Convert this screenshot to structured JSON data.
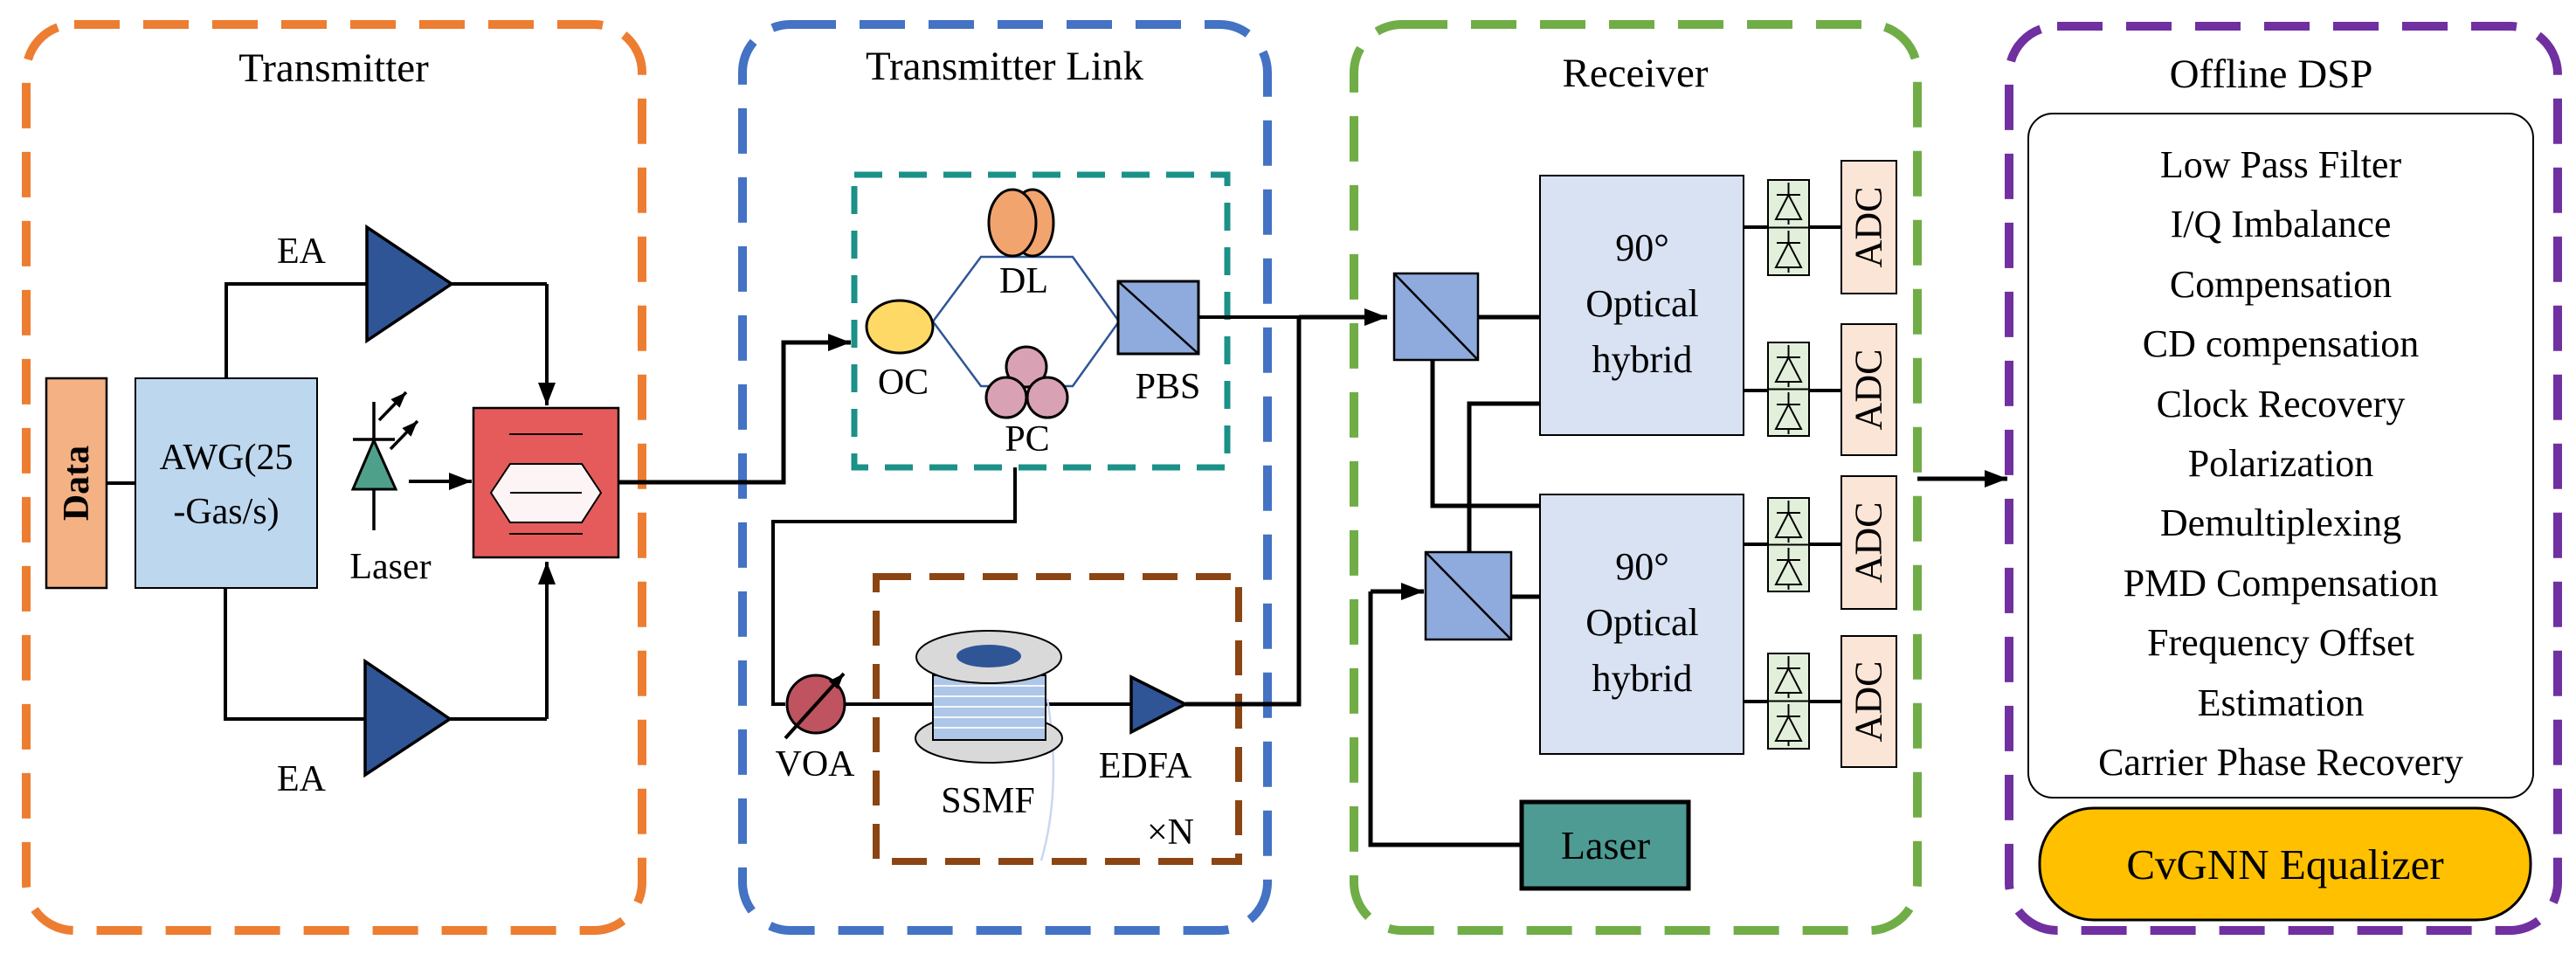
{
  "colors": {
    "transmitter_border": "#ED7D31",
    "link_border": "#4472C4",
    "receiver_border": "#70AD47",
    "dsp_border": "#7030A0",
    "polmux_box_teal": "#1B9188",
    "fiber_loop_brown": "#8B4513",
    "data_box": "#F4B183",
    "awg_box": "#BDD7EE",
    "laser_diode": "#4FA08B",
    "modulator": "#E55B5B",
    "modulator_core": "#FDF4F5",
    "amplifier_blue": "#2F5597",
    "oc_circle": "#FFD966",
    "dl_coil": "#F2A46F",
    "pc_circles": "#D9A2B4",
    "splitter_blue": "#8FAADC",
    "voa_red": "#BF5360",
    "spool_flange": "#D9D9D9",
    "spool_body": "#AEC6E8",
    "spool_hub": "#2F5597",
    "hybrid_box": "#D9E2F3",
    "pd_box": "#E2EFDA",
    "adc_box": "#FBE5D6",
    "rx_laser_box": "#4D9B93",
    "equalizer_button": "#FFC000",
    "panel_white": "#FFFFFF"
  },
  "transmitter": {
    "title": "Transmitter",
    "ea_top": "EA",
    "ea_bottom": "EA",
    "data": "Data",
    "awg_line1": "AWG(25",
    "awg_line2": "-Gas/s)",
    "laser": "Laser"
  },
  "link": {
    "title": "Transmitter Link",
    "oc": "OC",
    "dl": "DL",
    "pc": "PC",
    "pbs": "PBS",
    "voa": "VOA",
    "ssmf": "SSMF",
    "edfa": "EDFA",
    "span_count": "×N"
  },
  "receiver": {
    "title": "Receiver",
    "hybrid_lines": [
      "90°",
      "Optical",
      "hybrid"
    ],
    "adc": "ADC",
    "laser": "Laser"
  },
  "dsp": {
    "title": "Offline DSP",
    "steps": [
      "Low Pass Filter",
      "I/Q Imbalance",
      "Compensation",
      "CD compensation",
      "Clock Recovery",
      "Polarization",
      "Demultiplexing",
      "PMD Compensation",
      "Frequency Offset",
      "Estimation",
      "Carrier Phase Recovery"
    ],
    "equalizer": "CvGNN Equalizer"
  }
}
